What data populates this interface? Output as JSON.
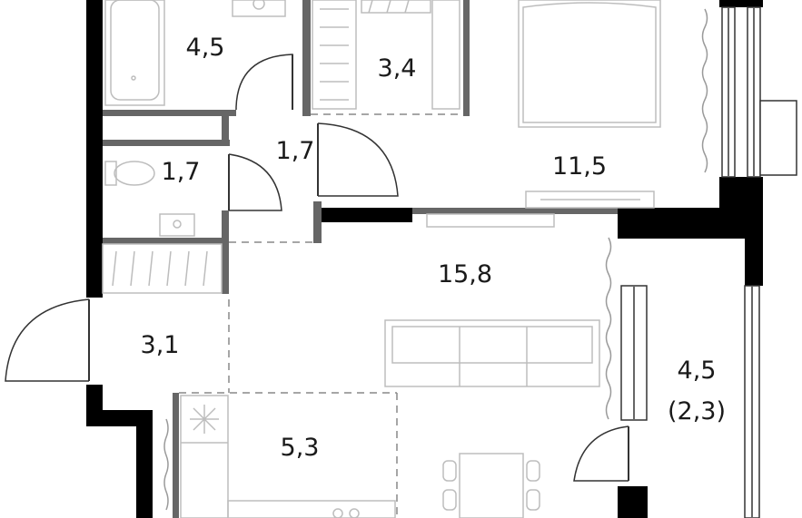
{
  "rooms": [
    {
      "id": "bathroom",
      "area": "4,5"
    },
    {
      "id": "wardrobe",
      "area": "3,4"
    },
    {
      "id": "bedroom",
      "area": "11,5"
    },
    {
      "id": "hall",
      "area": "1,7"
    },
    {
      "id": "wc",
      "area": "1,7"
    },
    {
      "id": "living",
      "area": "15,8"
    },
    {
      "id": "entrance",
      "area": "3,1"
    },
    {
      "id": "balcony",
      "area": "4,5"
    },
    {
      "id": "balcony-reduced",
      "area": "(2,3)"
    },
    {
      "id": "kitchen",
      "area": "5,3"
    }
  ],
  "colors": {
    "wall": "#000000",
    "partition": "#666666",
    "furniture": "#bdbdbd",
    "text": "#1a1a1a"
  }
}
